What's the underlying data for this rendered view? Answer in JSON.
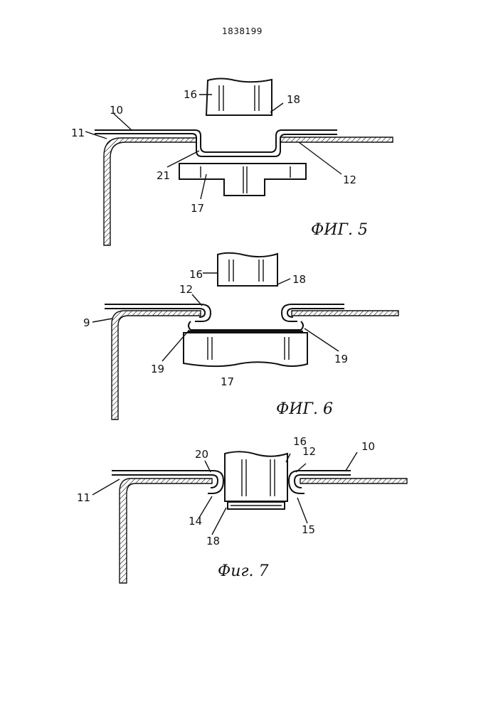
{
  "patent_number": "1838199",
  "figures": {
    "fig5": {
      "caption": "ФИГ. 5",
      "labels": {
        "l16": "16",
        "l18": "18",
        "l10": "10",
        "l11": "11",
        "l21": "21",
        "l12": "12",
        "l17": "17"
      }
    },
    "fig6": {
      "caption": "ФИГ. 6",
      "labels": {
        "l16": "16",
        "l18": "18",
        "l12": "12",
        "l9": "9",
        "l19a": "19",
        "l19b": "19",
        "l17": "17"
      }
    },
    "fig7": {
      "caption": "Фиг. 7",
      "labels": {
        "l20": "20",
        "l16": "16",
        "l12": "12",
        "l10": "10",
        "l11": "11",
        "l14": "14",
        "l18": "18",
        "l15": "15"
      }
    }
  }
}
